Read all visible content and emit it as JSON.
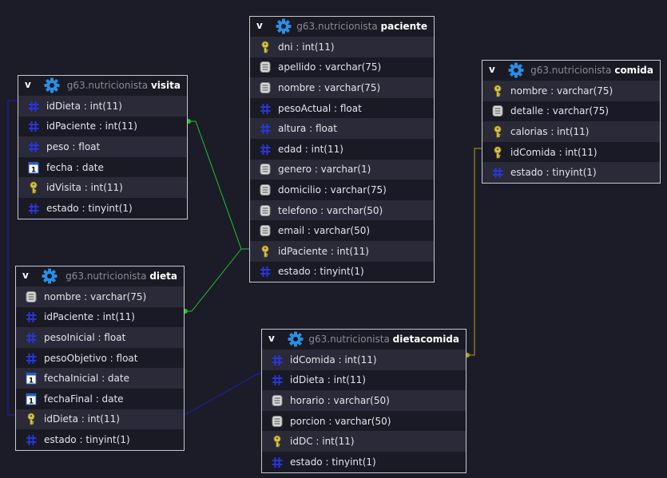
{
  "colors": {
    "background": "#1c1c28",
    "link_green": "#1fc22e",
    "link_blue": "#1a22b8",
    "link_yellow": "#b0a010",
    "gear": "#2a8ee6"
  },
  "tables": {
    "visita": {
      "toggle": "v",
      "schema": "g63.nutricionista",
      "name": "visita",
      "columns": [
        {
          "text": "idDieta : int(11)",
          "icon": "hash-icon"
        },
        {
          "text": "idPaciente : int(11)",
          "icon": "hash-icon"
        },
        {
          "text": "peso : float",
          "icon": "hash-icon"
        },
        {
          "text": "fecha : date",
          "icon": "calendar-icon"
        },
        {
          "text": "idVisita : int(11)",
          "icon": "key-icon"
        },
        {
          "text": "estado : tinyint(1)",
          "icon": "hash-icon"
        }
      ]
    },
    "paciente": {
      "toggle": "v",
      "schema": "g63.nutricionista",
      "name": "paciente",
      "columns": [
        {
          "text": "dni : int(11)",
          "icon": "key-icon"
        },
        {
          "text": "apellido : varchar(75)",
          "icon": "text-icon"
        },
        {
          "text": "nombre : varchar(75)",
          "icon": "text-icon"
        },
        {
          "text": "pesoActual : float",
          "icon": "hash-icon"
        },
        {
          "text": "altura : float",
          "icon": "hash-icon"
        },
        {
          "text": "edad : int(11)",
          "icon": "hash-icon"
        },
        {
          "text": "genero : varchar(1)",
          "icon": "text-icon"
        },
        {
          "text": "domicilio : varchar(75)",
          "icon": "text-icon"
        },
        {
          "text": "telefono : varchar(50)",
          "icon": "text-icon"
        },
        {
          "text": "email : varchar(50)",
          "icon": "text-icon"
        },
        {
          "text": "idPaciente : int(11)",
          "icon": "key-icon"
        },
        {
          "text": "estado : tinyint(1)",
          "icon": "hash-icon"
        }
      ]
    },
    "comida": {
      "toggle": "v",
      "schema": "g63.nutricionista",
      "name": "comida",
      "columns": [
        {
          "text": "nombre : varchar(75)",
          "icon": "key-icon"
        },
        {
          "text": "detalle : varchar(75)",
          "icon": "text-icon"
        },
        {
          "text": "calorias : int(11)",
          "icon": "key-icon"
        },
        {
          "text": "idComida : int(11)",
          "icon": "key-icon"
        },
        {
          "text": "estado : tinyint(1)",
          "icon": "hash-icon"
        }
      ]
    },
    "dieta": {
      "toggle": "v",
      "schema": "g63.nutricionista",
      "name": "dieta",
      "columns": [
        {
          "text": "nombre : varchar(75)",
          "icon": "text-icon"
        },
        {
          "text": "idPaciente : int(11)",
          "icon": "hash-icon"
        },
        {
          "text": "pesoInicial : float",
          "icon": "hash-icon"
        },
        {
          "text": "pesoObjetivo : float",
          "icon": "hash-icon"
        },
        {
          "text": "fechaInicial : date",
          "icon": "calendar-icon"
        },
        {
          "text": "fechaFinal : date",
          "icon": "calendar-icon"
        },
        {
          "text": "idDieta : int(11)",
          "icon": "key-icon"
        },
        {
          "text": "estado : tinyint(1)",
          "icon": "hash-icon"
        }
      ]
    },
    "dietacomida": {
      "toggle": "v",
      "schema": "g63.nutricionista",
      "name": "dietacomida",
      "columns": [
        {
          "text": "idComida : int(11)",
          "icon": "hash-icon"
        },
        {
          "text": "idDieta : int(11)",
          "icon": "hash-icon"
        },
        {
          "text": "horario : varchar(50)",
          "icon": "text-icon"
        },
        {
          "text": "porcion : varchar(50)",
          "icon": "text-icon"
        },
        {
          "text": "idDC : int(11)",
          "icon": "key-icon"
        },
        {
          "text": "estado : tinyint(1)",
          "icon": "hash-icon"
        }
      ]
    }
  }
}
